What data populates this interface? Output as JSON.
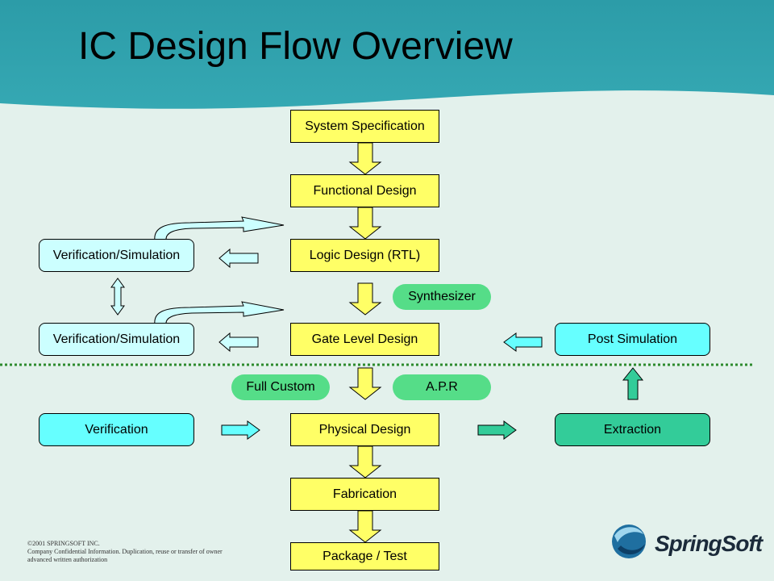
{
  "title": "IC Design Flow Overview",
  "flow": {
    "system_spec": "System Specification",
    "functional_design": "Functional Design",
    "logic_design": "Logic Design (RTL)",
    "gate_level_design": "Gate Level Design",
    "physical_design": "Physical Design",
    "fabrication": "Fabrication",
    "package_test": "Package / Test"
  },
  "side": {
    "verification_sim_1": "Verification/Simulation",
    "verification_sim_2": "Verification/Simulation",
    "verification": "Verification",
    "post_simulation": "Post Simulation",
    "extraction": "Extraction"
  },
  "tools": {
    "synthesizer": "Synthesizer",
    "full_custom": "Full Custom",
    "apr": "A.P.R"
  },
  "footer": {
    "copyright": "©2001 SPRINGSOFT INC.",
    "line2": "Company Confidential Information. Duplication, reuse or transfer of owner",
    "line3": "advanced written authorization"
  },
  "logo": {
    "text": "SpringSoft"
  },
  "colors": {
    "header": "#2f9faa",
    "background": "#e3f1ec",
    "flow_box": "#ffff66",
    "verification_box": "#ccffff",
    "cyan_box": "#66ffff",
    "extraction_box": "#33cc99",
    "tool_pill": "#55dd88",
    "divider": "#2e8b2e"
  }
}
